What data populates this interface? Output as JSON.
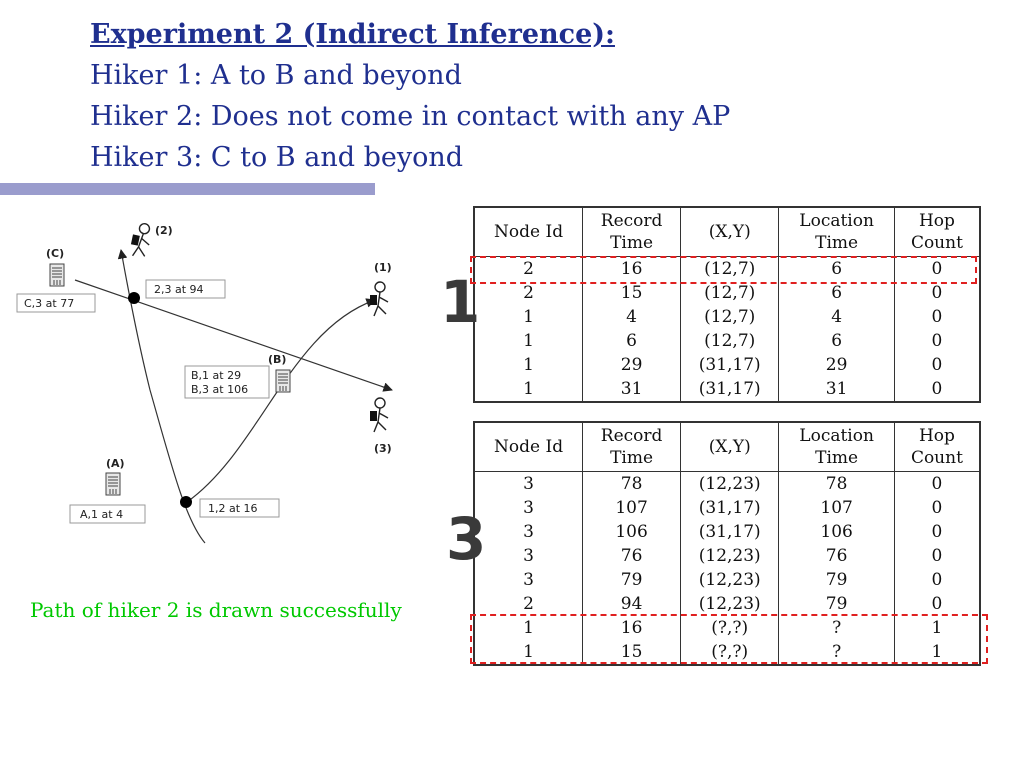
{
  "title": {
    "heading": "Experiment 2 (Indirect Inference):",
    "lines": [
      "Hiker 1: A to B and beyond",
      "Hiker 2: Does not come in contact with any AP",
      "Hiker 3: C to B and beyond"
    ]
  },
  "diagram": {
    "ap_labels": {
      "a": "(A)",
      "b": "(B)",
      "c": "(C)"
    },
    "hiker_labels": {
      "h1": "(1)",
      "h2": "(2)",
      "h3": "(3)"
    },
    "boxes": {
      "c3_77": "C,3 at 77",
      "b1_29": "B,1 at 29",
      "b3_106": "B,3 at 106",
      "a1_4": "A,1 at 4",
      "e23_94": "2,3 at 94",
      "e12_16": "1,2 at 16"
    }
  },
  "caption": "Path of hiker 2 is drawn successfully",
  "badges": {
    "t1": "1",
    "t3": "3"
  },
  "table_headers": [
    [
      "Node Id",
      ""
    ],
    [
      "Record",
      "Time"
    ],
    [
      "(X,Y)",
      ""
    ],
    [
      "Location",
      "Time"
    ],
    [
      "Hop",
      "Count"
    ]
  ],
  "table1": [
    [
      "2",
      "16",
      "(12,7)",
      "6",
      "0"
    ],
    [
      "2",
      "15",
      "(12,7)",
      "6",
      "0"
    ],
    [
      "1",
      "4",
      "(12,7)",
      "4",
      "0"
    ],
    [
      "1",
      "6",
      "(12,7)",
      "6",
      "0"
    ],
    [
      "1",
      "29",
      "(31,17)",
      "29",
      "0"
    ],
    [
      "1",
      "31",
      "(31,17)",
      "31",
      "0"
    ]
  ],
  "table3": [
    [
      "3",
      "78",
      "(12,23)",
      "78",
      "0"
    ],
    [
      "3",
      "107",
      "(31,17)",
      "107",
      "0"
    ],
    [
      "3",
      "106",
      "(31,17)",
      "106",
      "0"
    ],
    [
      "3",
      "76",
      "(12,23)",
      "76",
      "0"
    ],
    [
      "3",
      "79",
      "(12,23)",
      "79",
      "0"
    ],
    [
      "2",
      "94",
      "(12,23)",
      "79",
      "0"
    ],
    [
      "1",
      "16",
      "(?,?)",
      "?",
      "1"
    ],
    [
      "1",
      "15",
      "(?,?)",
      "?",
      "1"
    ]
  ],
  "colors": {
    "title": "#1f2f8f",
    "bar": "#9a9ccd",
    "caption": "#00c800",
    "highlight": "#e02020"
  }
}
